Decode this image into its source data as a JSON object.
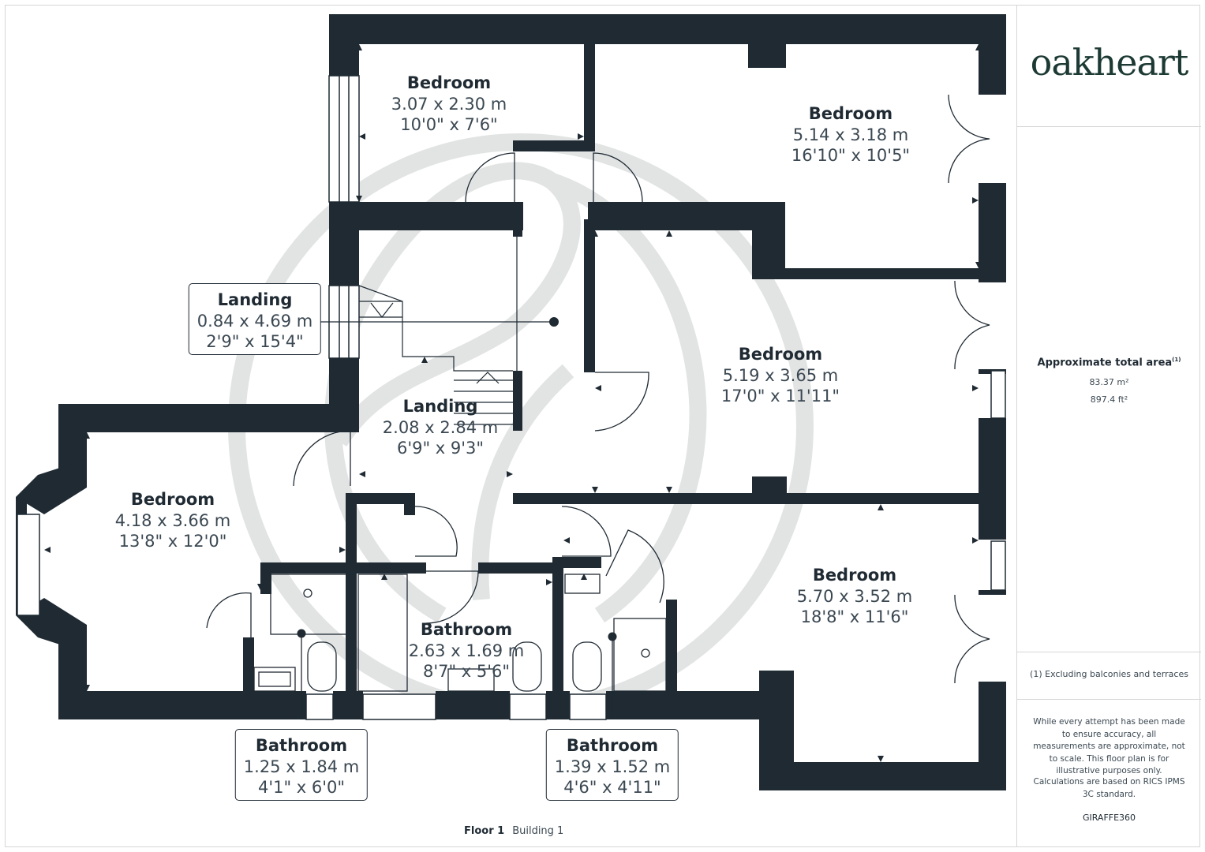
{
  "brand": {
    "logo": "oakheart",
    "credit": "GIRAFFE360"
  },
  "rooms": [
    {
      "id": "bedroom-1",
      "name": "Bedroom",
      "metric": "3.07 x 2.30 m",
      "imperial": "10'0\" x 7'6\""
    },
    {
      "id": "bedroom-2",
      "name": "Bedroom",
      "metric": "5.14 x 3.18 m",
      "imperial": "16'10\" x 10'5\""
    },
    {
      "id": "landing-1",
      "name": "Landing",
      "metric": "0.84 x 4.69 m",
      "imperial": "2'9\" x 15'4\""
    },
    {
      "id": "bedroom-3",
      "name": "Bedroom",
      "metric": "5.19 x 3.65 m",
      "imperial": "17'0\" x 11'11\""
    },
    {
      "id": "landing-2",
      "name": "Landing",
      "metric": "2.08 x 2.84 m",
      "imperial": "6'9\" x 9'3\""
    },
    {
      "id": "bedroom-4",
      "name": "Bedroom",
      "metric": "4.18 x 3.66 m",
      "imperial": "13'8\" x 12'0\""
    },
    {
      "id": "bedroom-5",
      "name": "Bedroom",
      "metric": "5.70 x 3.52 m",
      "imperial": "18'8\" x 11'6\""
    },
    {
      "id": "bathroom-1",
      "name": "Bathroom",
      "metric": "2.63 x 1.69 m",
      "imperial": "8'7\" x 5'6\""
    },
    {
      "id": "bathroom-2",
      "name": "Bathroom",
      "metric": "1.25 x 1.84 m",
      "imperial": "4'1\" x 6'0\""
    },
    {
      "id": "bathroom-3",
      "name": "Bathroom",
      "metric": "1.39 x 1.52 m",
      "imperial": "4'6\" x 4'11\""
    }
  ],
  "area": {
    "title": "Approximate total area",
    "footnote_mark": "(1)",
    "sqm": "83.37 m²",
    "sqft": "897.4 ft²"
  },
  "notes": {
    "footnote": "(1) Excluding balconies and terraces",
    "disclaimer": "While every attempt has been made to ensure accuracy, all measurements are approximate, not to scale. This floor plan is for illustrative purposes only.",
    "calculations": "Calculations are based on RICS IPMS 3C standard."
  },
  "footer": {
    "floor": "Floor 1",
    "building": "Building 1"
  },
  "colors": {
    "wall": "#1f2a33",
    "text": "#1f2a33",
    "muted": "#3b4852",
    "watermark": "#e2e4e4",
    "logo": "#1c3a33"
  }
}
